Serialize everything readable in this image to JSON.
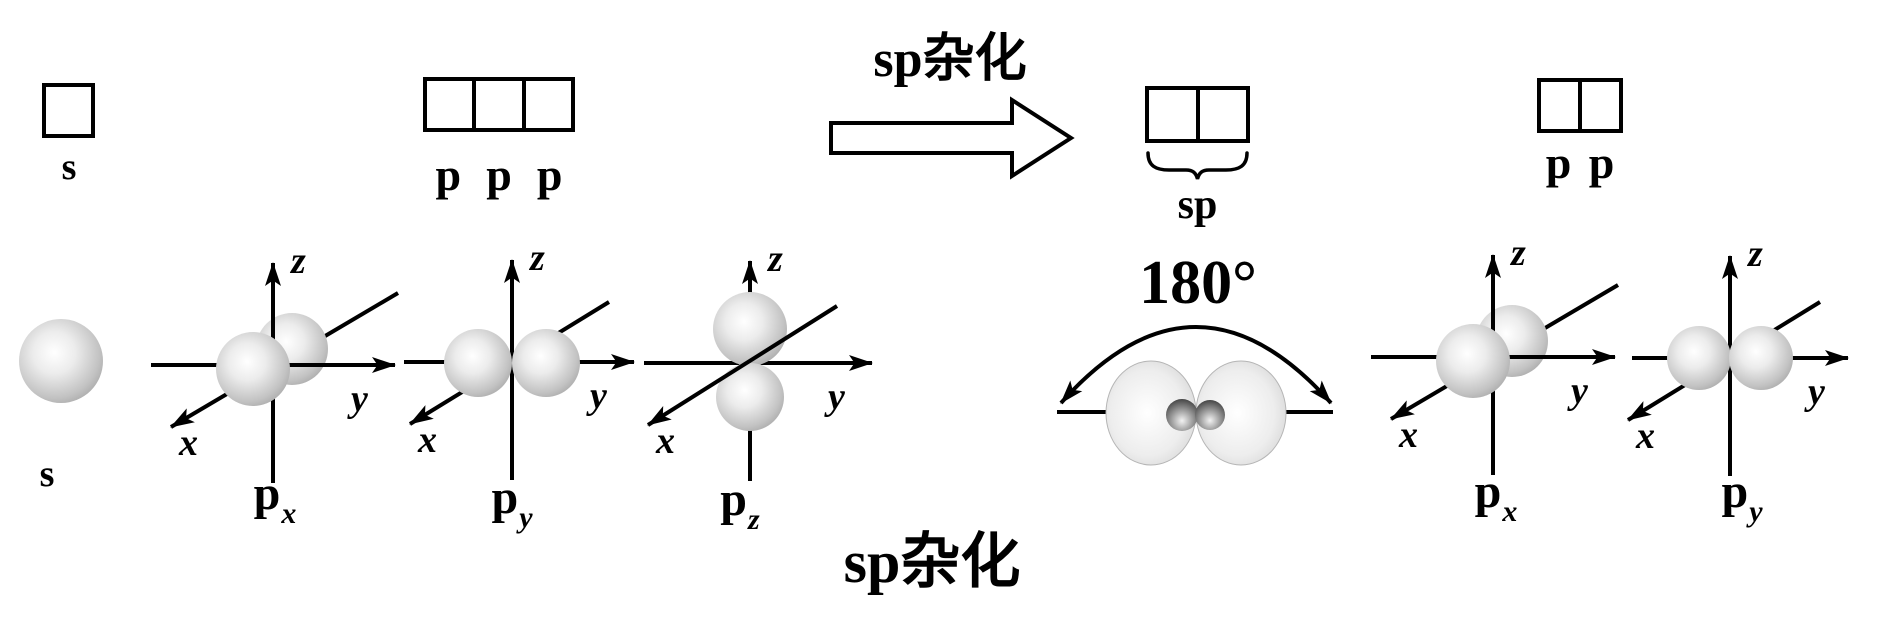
{
  "caption": "sp杂化",
  "top_row": {
    "s_box": {
      "label": "s"
    },
    "p_boxes": {
      "labels": [
        "p",
        "p",
        "p"
      ]
    },
    "arrow": {
      "label": "sp杂化"
    },
    "sp_boxes": {
      "label": "sp"
    },
    "pp_boxes": {
      "labels": [
        "p",
        "p"
      ]
    }
  },
  "orbitals": {
    "axis": {
      "x": "x",
      "y": "y",
      "z": "z"
    },
    "s": {
      "label": "s"
    },
    "px": {
      "base": "p",
      "sub": "x"
    },
    "py": {
      "base": "p",
      "sub": "y"
    },
    "pz": {
      "base": "p",
      "sub": "z"
    },
    "sp_hybrid": {
      "angle": "180°"
    }
  },
  "colors": {
    "background": "#ffffff",
    "line": "#000000",
    "sphere_edge": "#9e9e9e",
    "lobe_edge": "#c7c7c7",
    "dark_sphere": "#3b3b3b"
  }
}
